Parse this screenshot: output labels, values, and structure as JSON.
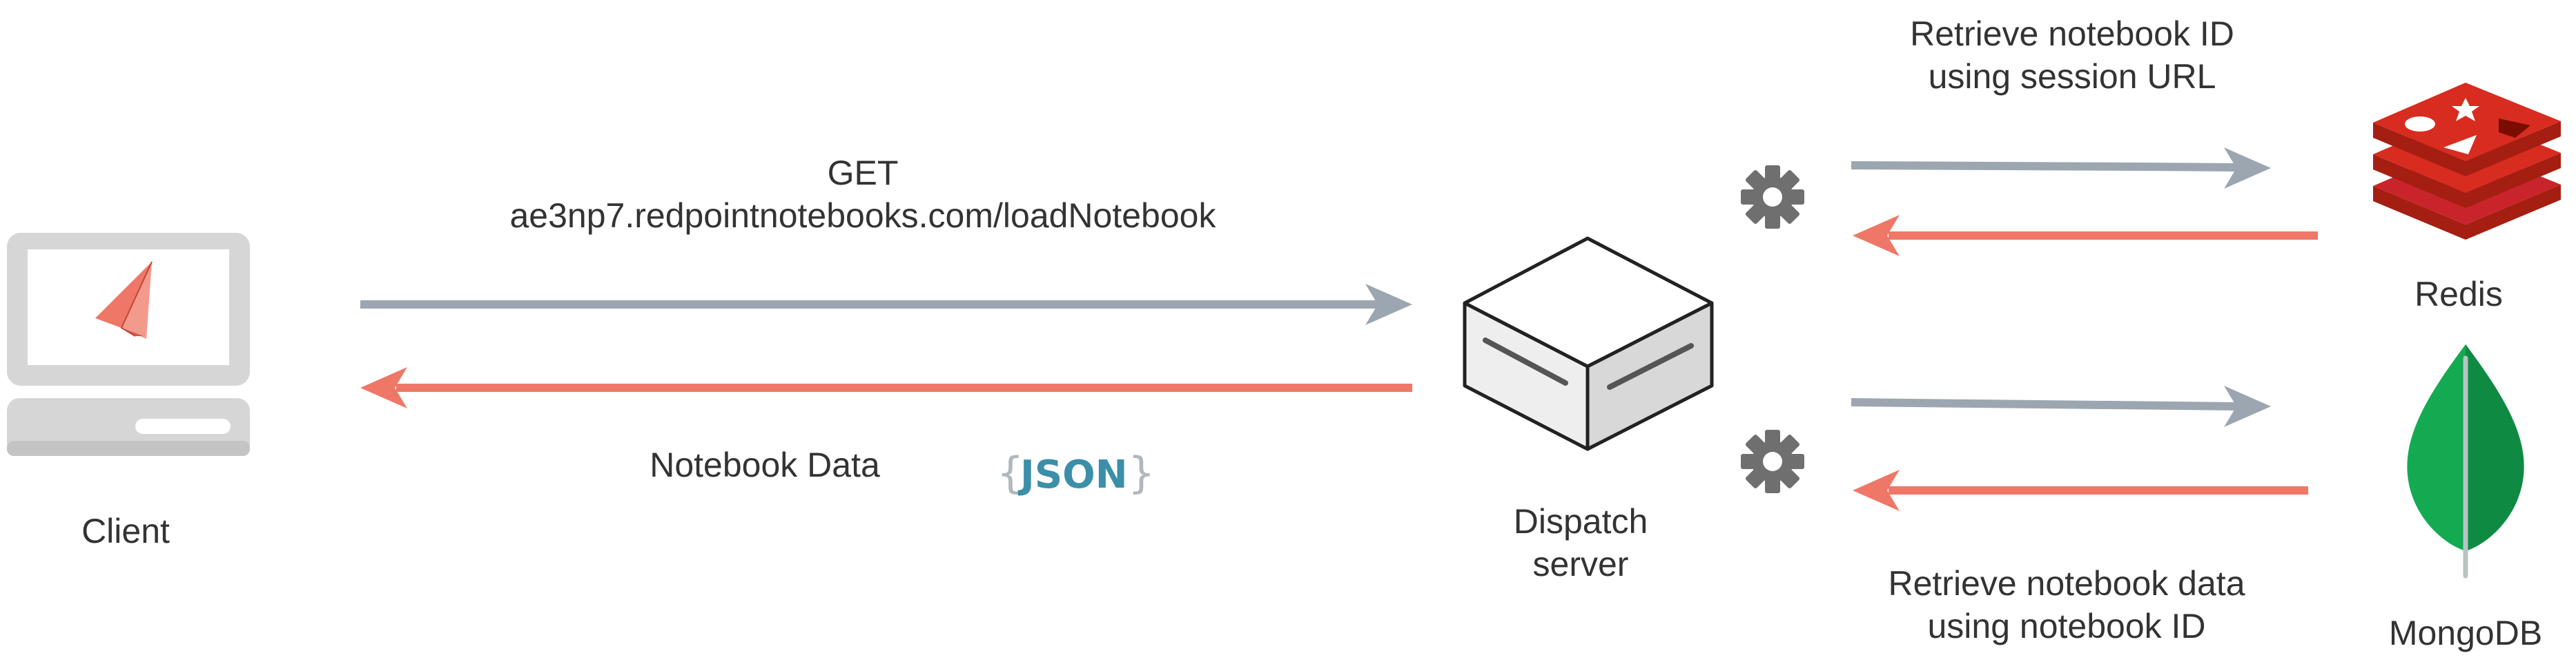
{
  "labels": {
    "request_line1": "GET",
    "request_line2": "ae3np7.redpointnotebooks.com/loadNotebook",
    "response": "Notebook Data",
    "json_open": "{",
    "json_word": "JSON",
    "json_close": "}",
    "client": "Client",
    "dispatch_line1": "Dispatch",
    "dispatch_line2": "server",
    "redis_query_line1": "Retrieve notebook ID",
    "redis_query_line2": "using session URL",
    "mongo_query_line1": "Retrieve notebook data",
    "mongo_query_line2": "using notebook ID",
    "redis": "Redis",
    "mongodb": "MongoDB"
  },
  "colors": {
    "request_arrow": "#9ca6b1",
    "response_arrow": "#ef7767",
    "text": "#333333",
    "json_text": "#3b8fa8",
    "json_brace": "#b0b7bd",
    "redis_red": "#c9242b",
    "mongo_green": "#13aa52",
    "gear": "#6f6f6f",
    "client_frame": "#d6d6d6",
    "plane": "#ef7767"
  },
  "icons": {
    "client": "laptop-icon",
    "logo": "paper-plane-icon",
    "server": "server-box-icon",
    "gear": "gear-icon",
    "redis": "redis-logo-icon",
    "mongodb": "mongodb-leaf-icon"
  }
}
